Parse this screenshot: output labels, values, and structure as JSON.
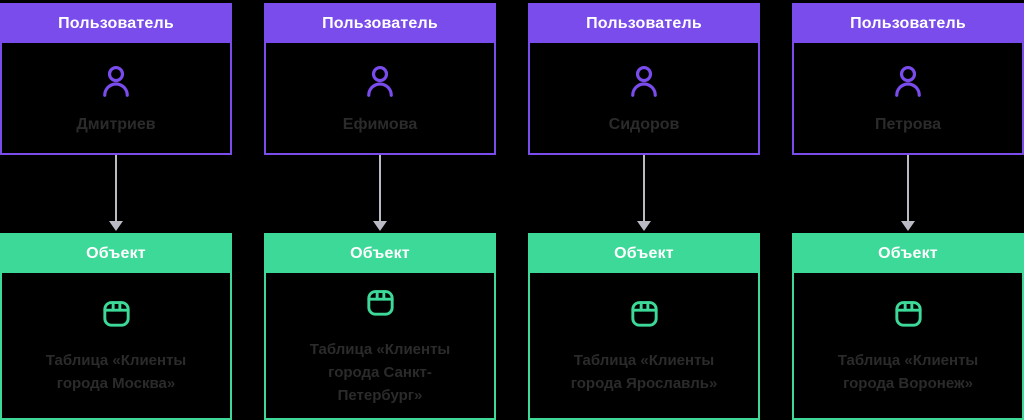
{
  "colors": {
    "background": "#000000",
    "purple": "#7A4CEC",
    "green": "#3DD998",
    "arrow": "#B9BAC4",
    "header_text": "#FFFFFF",
    "muted_text": "#2B2B2B"
  },
  "labels": {
    "user_header": "Пользователь",
    "object_header": "Объект"
  },
  "icons": {
    "user": "user-icon",
    "object": "table-icon"
  },
  "columns": [
    {
      "user_name": "Дмитриев",
      "object_label": "Таблица «Клиенты города Москва»"
    },
    {
      "user_name": "Ефимова",
      "object_label": "Таблица «Клиенты города Санкт-Петербург»"
    },
    {
      "user_name": "Сидоров",
      "object_label": "Таблица «Клиенты города Ярославль»"
    },
    {
      "user_name": "Петрова",
      "object_label": "Таблица «Клиенты города Воронеж»"
    }
  ]
}
